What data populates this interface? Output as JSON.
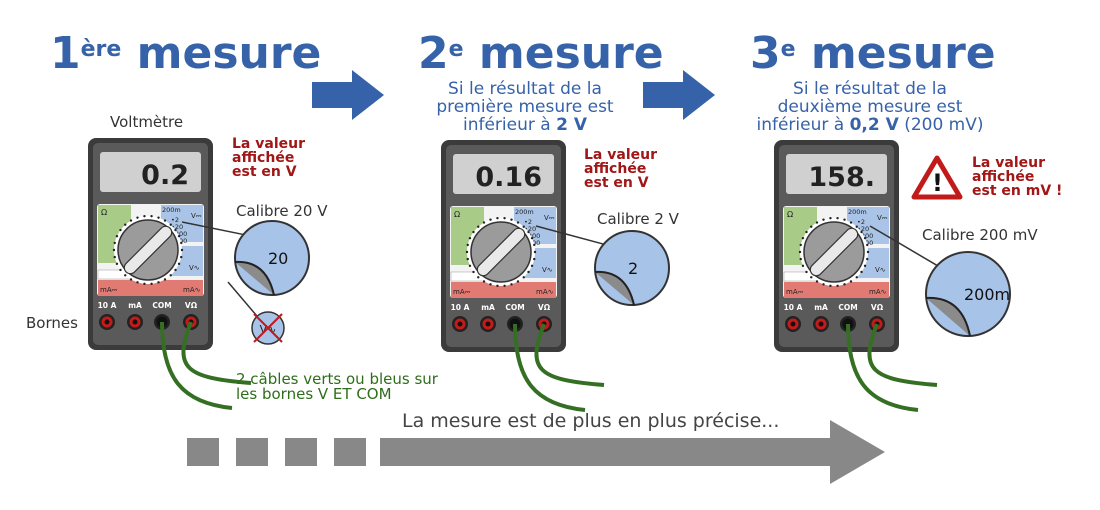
{
  "steps": [
    {
      "prefix": "1",
      "sup": "ère",
      "word": "mesure",
      "desc": [],
      "display": "0.2",
      "calibre": "Calibre 20 V",
      "zoom": "20",
      "note": [
        "La valeur",
        "affichée",
        "est en V"
      ]
    },
    {
      "prefix": "2",
      "sup": "e",
      "word": "mesure",
      "desc": [
        "Si le résultat de la",
        "première mesure est",
        "inférieur à ",
        "2 V",
        ""
      ],
      "display": "0.16",
      "calibre": "Calibre 2 V",
      "zoom": "2",
      "note": [
        "La valeur",
        "affichée",
        "est en V"
      ]
    },
    {
      "prefix": "3",
      "sup": "e",
      "word": "mesure",
      "desc": [
        "Si le résultat de la",
        "deuxième mesure est",
        "inférieur à ",
        "0,2 V",
        " (200 mV)"
      ],
      "display": "158.",
      "calibre": "Calibre 200 mV",
      "zoom": "200m",
      "note": [
        "La valeur",
        "affichée",
        "est en mV !"
      ]
    }
  ],
  "labels": {
    "voltmetre": "Voltmètre",
    "bornes": "Bornes",
    "cables": [
      "2 câbles verts ou bleus sur",
      "les bornes V ET COM"
    ],
    "conclusion": "La mesure est de plus en plus précise..."
  },
  "meter": {
    "terminals": [
      "10 A",
      "mA",
      "COM",
      "VΩ"
    ],
    "ranges": [
      "200m",
      "2",
      "20",
      "200",
      "600"
    ],
    "omega": "Ω",
    "vdc": "V⎓",
    "vac": "V∿",
    "madc": "mA⎓",
    "maac": "mA∿"
  },
  "colors": {
    "blue": "#3662aa",
    "red": "#a11616",
    "green": "#2e6e1a",
    "cable": "#356f24",
    "arrow": "#888888",
    "zoomBlue": "#a8c3e8"
  }
}
